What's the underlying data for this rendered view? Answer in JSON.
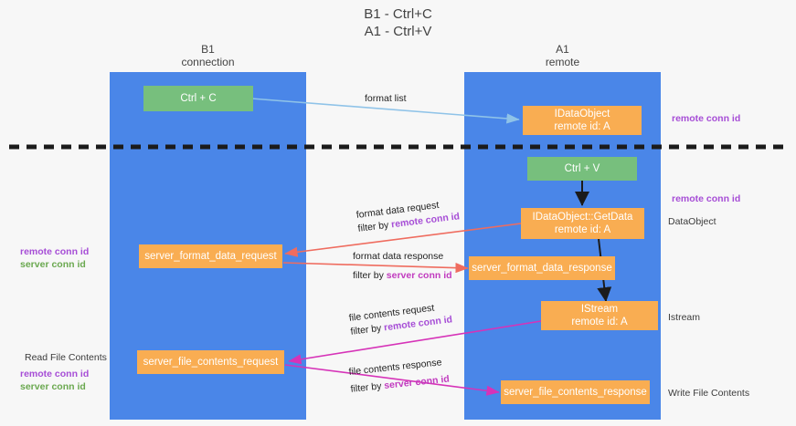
{
  "title": {
    "line1": "B1 - Ctrl+C",
    "line2": "A1 - Ctrl+V"
  },
  "colors": {
    "lane": "#4a86e8",
    "green_box": "#77bf7d",
    "orange_box": "#f9ad52",
    "remote_conn_id": "#a64dd6",
    "server_conn_id_green": "#6aa84f",
    "server_conn_id_magenta": "#c13bbf",
    "arrow_format_list": "#8fc3e8",
    "arrow_black": "#1b1b1b",
    "arrow_red": "#ef6c5f",
    "arrow_magenta": "#d633b8",
    "divider": "#1b1b1b",
    "background": "#f7f7f7"
  },
  "lanes": [
    {
      "name": "b1",
      "title": "B1",
      "subtitle": "connection"
    },
    {
      "name": "a1",
      "title": "A1",
      "subtitle": "remote"
    }
  ],
  "nodes": {
    "ctrl_c": {
      "line1": "Ctrl + C",
      "line2": ""
    },
    "idataobject": {
      "line1": "IDataObject",
      "line2": "remote id: A"
    },
    "ctrl_v": {
      "line1": "Ctrl + V",
      "line2": ""
    },
    "getdata": {
      "line1": "IDataObject::GetData",
      "line2": "remote id: A"
    },
    "server_format_data_request": {
      "line1": "server_format_data_request",
      "line2": ""
    },
    "server_format_data_response": {
      "line1": "server_format_data_response",
      "line2": ""
    },
    "istream": {
      "line1": "IStream",
      "line2": "remote id: A"
    },
    "server_file_contents_request": {
      "line1": "server_file_contents_request",
      "line2": ""
    },
    "server_file_contents_response": {
      "line1": "server_file_contents_response",
      "line2": ""
    }
  },
  "edges": {
    "format_list": {
      "label": "format list"
    },
    "format_data_request": {
      "line1": "format data request",
      "line2_prefix": "filter by ",
      "line2_highlight": "remote conn id"
    },
    "format_data_response": {
      "line1": "format data response",
      "line2_prefix": "filter by ",
      "line2_highlight": "server conn id"
    },
    "file_contents_request": {
      "line1": "file contents request",
      "line2_prefix": "filter by ",
      "line2_highlight": "remote conn id"
    },
    "file_contents_response": {
      "line1": "file contents response",
      "line2_prefix": "filter by ",
      "line2_highlight": "server conn id"
    }
  },
  "annotations": {
    "right_remote_conn_id_top": "remote conn id",
    "right_remote_conn_id_mid": "remote conn id",
    "right_dataobject": "DataObject",
    "right_istream": "Istream",
    "right_write_file_contents": "Write File Contents",
    "left_mid_remote": "remote conn id",
    "left_mid_server": "server conn id",
    "left_read_file_contents": "Read File Contents",
    "left_bottom_remote": "remote conn id",
    "left_bottom_server": "server conn id"
  }
}
